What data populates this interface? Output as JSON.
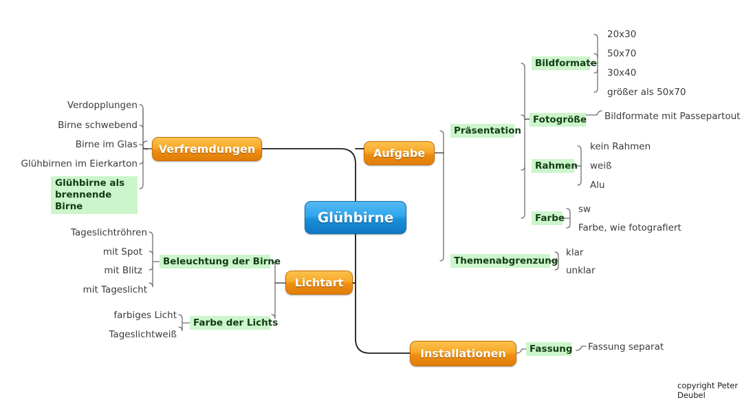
{
  "diagram": {
    "type": "mind-map",
    "title": "Glühbirne",
    "copyright": "copyright Peter Deubel",
    "colors": {
      "central_node": "#2fa6ee",
      "main_node": "#f7a928",
      "sub_node_highlight": "#ccf5cc",
      "sub_node_text": "#123d12",
      "leaf_text": "#3a3a3a",
      "connector": "#6e6e6e",
      "trunk": "#1a1a1a"
    }
  },
  "central": {
    "label": "Glühbirne"
  },
  "branches": {
    "verfremdungen": {
      "label": "Verfremdungen",
      "leaves": [
        {
          "label": "Verdopplungen",
          "highlight": false
        },
        {
          "label": "Birne schwebend",
          "highlight": false
        },
        {
          "label": "Birne im Glas",
          "highlight": false
        },
        {
          "label": "Glühbirnen im Eierkarton",
          "highlight": false
        },
        {
          "label": "Glühbirne als brennende Birne",
          "line1": "Glühbirne als",
          "line2": "brennende Birne",
          "highlight": true
        }
      ]
    },
    "lichtart": {
      "label": "Lichtart",
      "children": [
        {
          "label": "Beleuchtung der Birne",
          "leaves": [
            "Tageslichtröhren",
            "mit Spot",
            "mit Blitz",
            "mit Tageslicht"
          ]
        },
        {
          "label": "Farbe der Lichts",
          "leaves": [
            "farbiges Licht",
            "Tageslichtweiß"
          ]
        }
      ]
    },
    "aufgabe": {
      "label": "Aufgabe",
      "children": [
        {
          "label": "Präsentation",
          "children": [
            {
              "label": "Bildformate",
              "leaves": [
                "20x30",
                "50x70",
                "30x40",
                "größer als 50x70"
              ]
            },
            {
              "label": "Fotogröße",
              "leaves": [
                "Bildformate mit Passepartout"
              ]
            },
            {
              "label": "Rahmen",
              "leaves": [
                "kein Rahmen",
                "weiß",
                "Alu"
              ]
            },
            {
              "label": "Farbe",
              "leaves": [
                "sw",
                "Farbe, wie fotografiert"
              ]
            }
          ]
        },
        {
          "label": "Themenabgrenzung",
          "leaves": [
            "klar",
            "unklar"
          ]
        }
      ]
    },
    "installationen": {
      "label": "Installationen",
      "children": [
        {
          "label": "Fassung",
          "leaves": [
            "Fassung separat"
          ]
        }
      ]
    }
  }
}
